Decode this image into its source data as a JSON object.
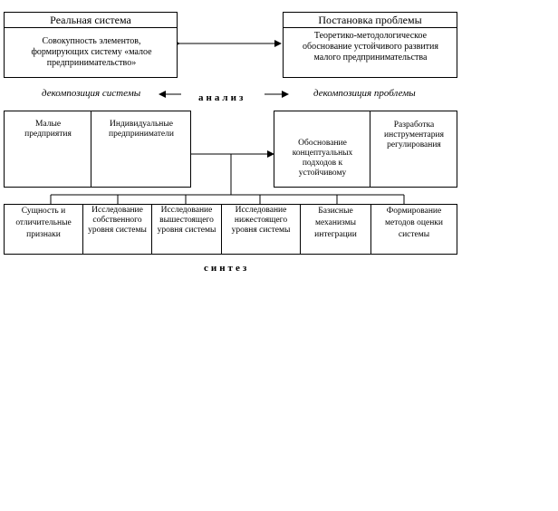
{
  "left_header": "Реальная система",
  "left_body": "Совокупность элементов, формирующих систему «малое предпринимательство»",
  "right_header": "Постановка проблемы",
  "right_body": "Теоретико-методологическое обоснование устойчивого развития малого предпринимательства",
  "decomp_system": "декомпозиция системы",
  "analysis": "анализ",
  "decomp_problem": "декомпозиция проблемы",
  "small_enterprises": "Малые предприятия",
  "individual_entrepreneurs": "Индивидуальные предприниматели",
  "conceptual_approaches": "Обоснование концептуальных подходов к устойчивому",
  "regulation_tools": "Разработка инструментария регулирования",
  "bottom": [
    "Сущность и отличительные признаки",
    "Исследование собственного уровня системы",
    "Исследование вышестоящего уровня системы",
    "Исследование нижестоящего уровня системы",
    "Базисные механизмы интеграции",
    "Формирование методов оценки системы"
  ],
  "synthesis": "синтез"
}
